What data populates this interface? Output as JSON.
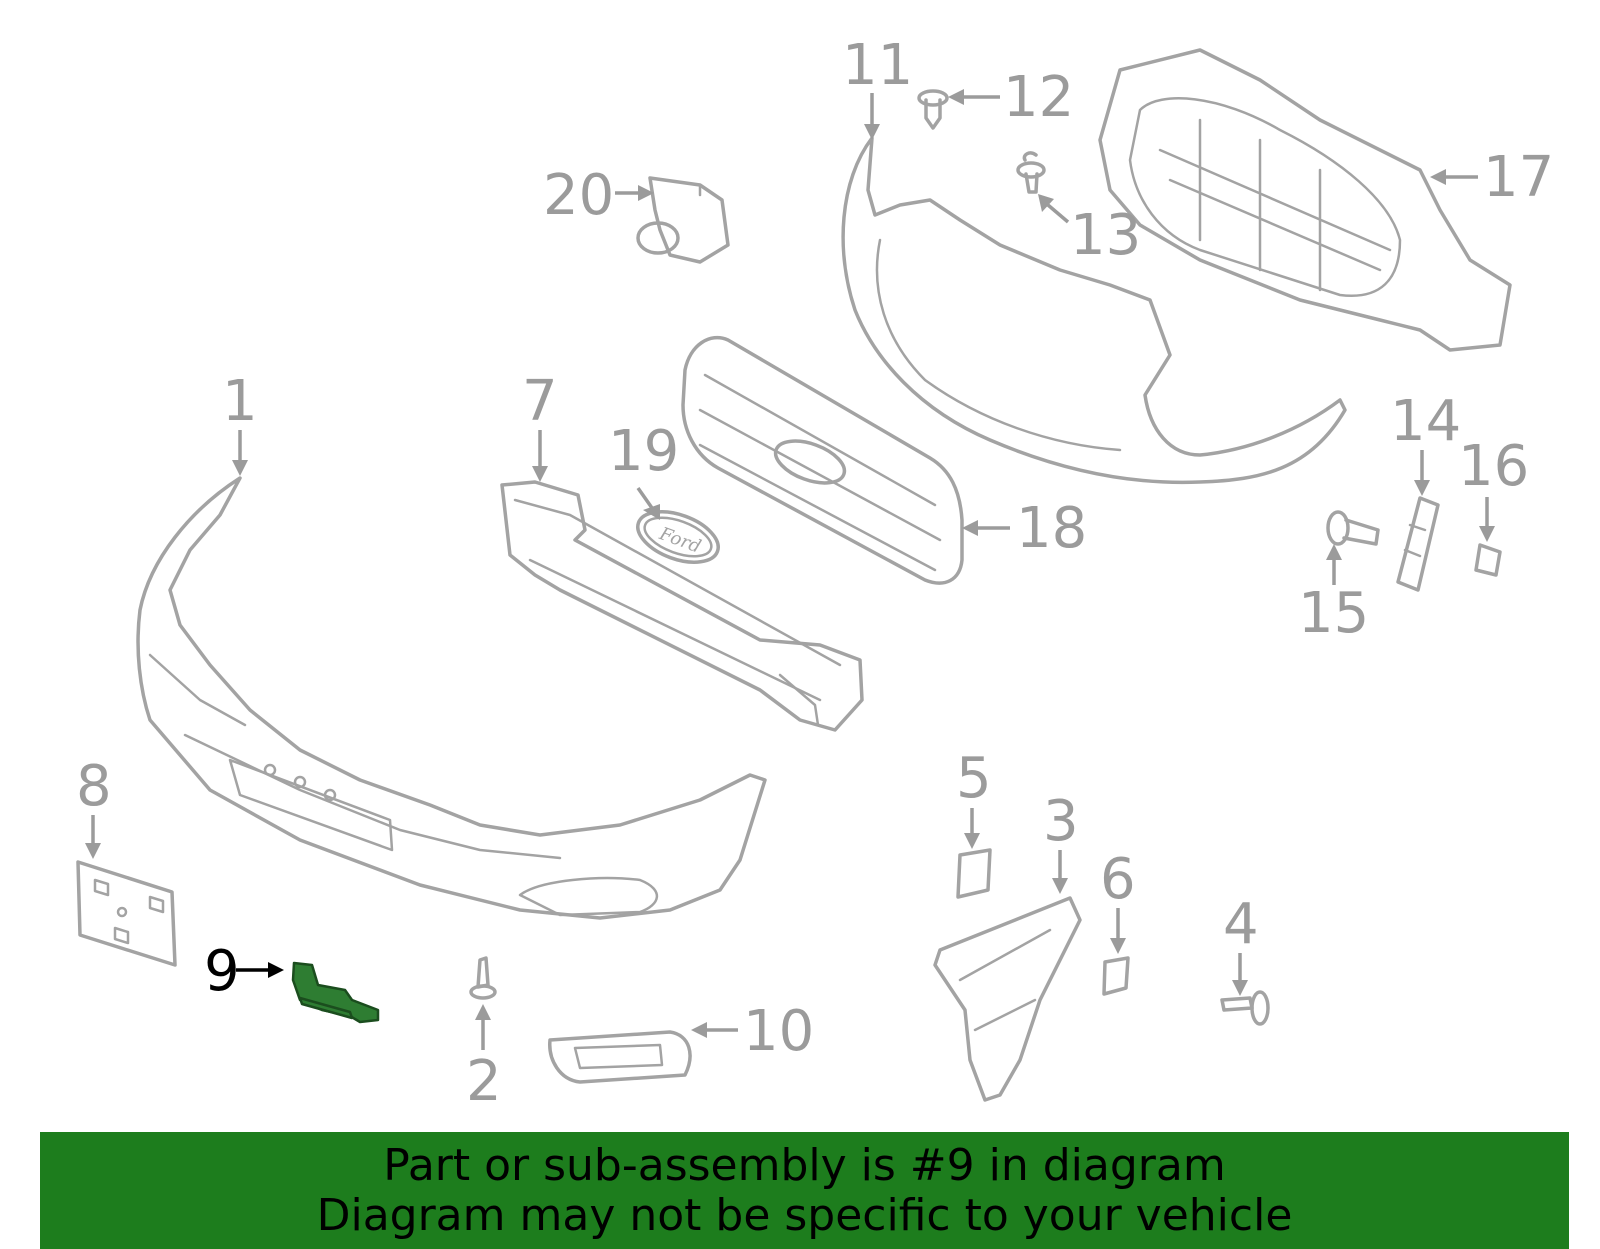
{
  "callouts": {
    "c1": "1",
    "c2": "2",
    "c3": "3",
    "c4": "4",
    "c5": "5",
    "c6": "6",
    "c7": "7",
    "c8": "8",
    "c9": "9",
    "c10": "10",
    "c11": "11",
    "c12": "12",
    "c13": "13",
    "c14": "14",
    "c15": "15",
    "c16": "16",
    "c17": "17",
    "c18": "18",
    "c19": "19",
    "c20": "20"
  },
  "highlighted_part": "9",
  "emblem_text": "Ford",
  "banner": {
    "line1": "Part or sub-assembly is #9 in diagram",
    "line2": "Diagram may not be specific to your vehicle"
  },
  "colors": {
    "highlight": "#2e7d32",
    "banner_bg": "#1d7d1d",
    "part_stroke": "#a3a3a3"
  }
}
